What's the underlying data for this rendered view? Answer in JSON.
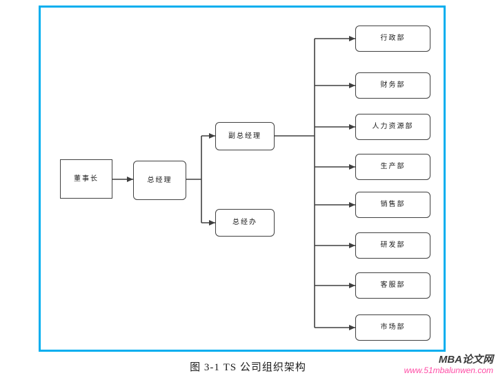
{
  "figure": {
    "caption": "图 3-1 TS 公司组织架构"
  },
  "watermark": {
    "brand": "MBA论文网",
    "url": "www.51mbalunwen.com"
  },
  "colors": {
    "frame": "#00aeef",
    "line": "#3f3f3f",
    "box-border": "#3f3f3f",
    "text": "#1a1a1a",
    "watermark-brand": "#3b3b3b",
    "watermark-url": "#ff4da6"
  },
  "orgchart": {
    "chairman": "董事长",
    "general_manager": "总经理",
    "deputy_general_manager": "副总经理",
    "gm_office": "总经办",
    "departments": [
      "行政部",
      "财务部",
      "人力资源部",
      "生产部",
      "销售部",
      "研发部",
      "客服部",
      "市场部"
    ]
  }
}
